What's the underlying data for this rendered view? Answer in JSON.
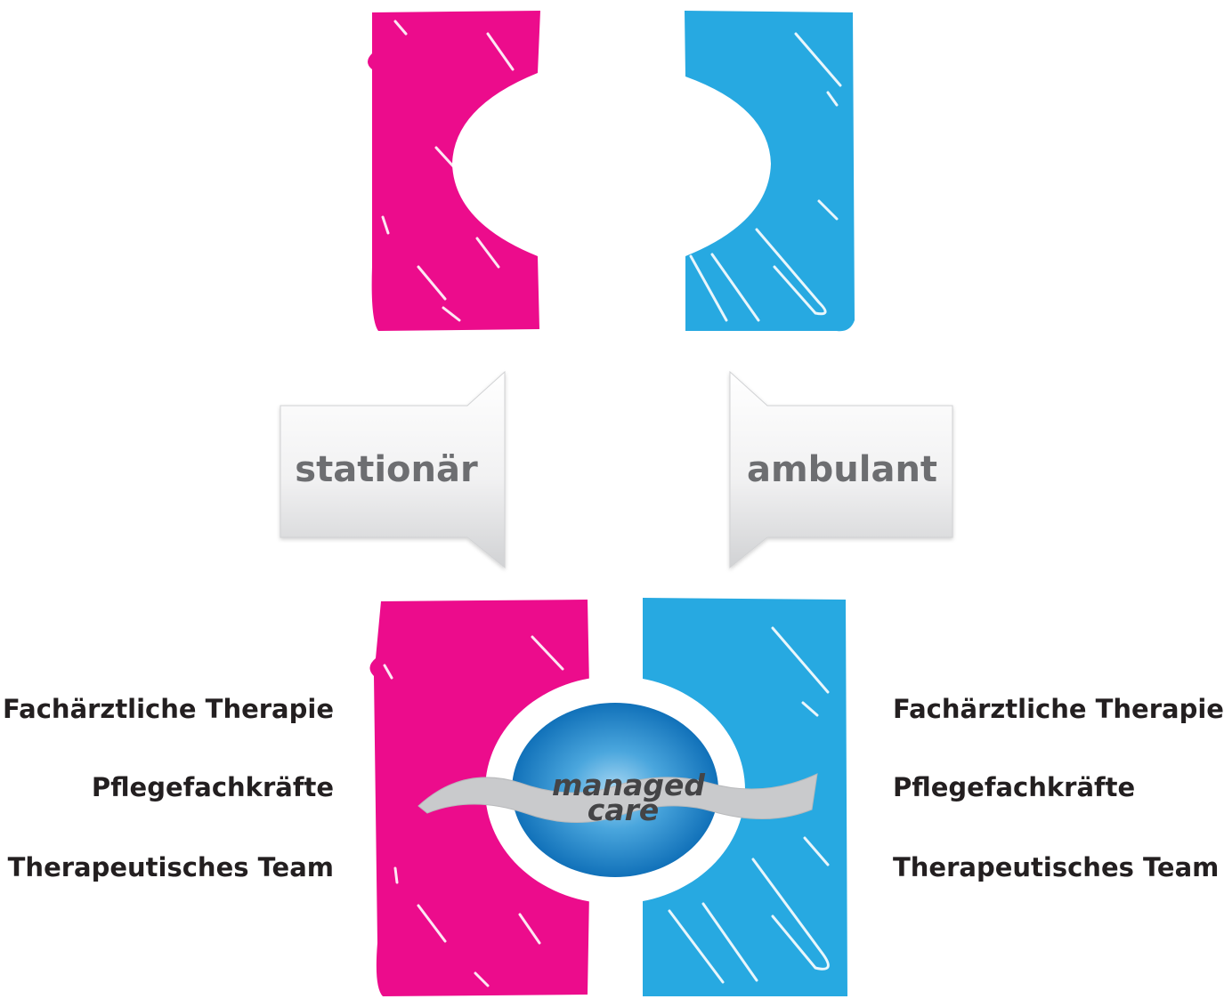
{
  "colors": {
    "stationary": "#ec0c8c",
    "ambulant": "#27a9e1",
    "callout_text": "#6d6e71",
    "label_text": "#231f20",
    "managed_care_blue": "#1475bd"
  },
  "callouts": {
    "left": "stationär",
    "right": "ambulant"
  },
  "center_badge": {
    "line1": "managed",
    "line2": "care"
  },
  "left_labels": [
    "Fachärztliche Therapie",
    "Pflegefachkräfte",
    "Therapeutisches Team"
  ],
  "right_labels": [
    "Fachärztliche Therapie",
    "Pflegefachkräfte",
    "Therapeutisches Team"
  ]
}
